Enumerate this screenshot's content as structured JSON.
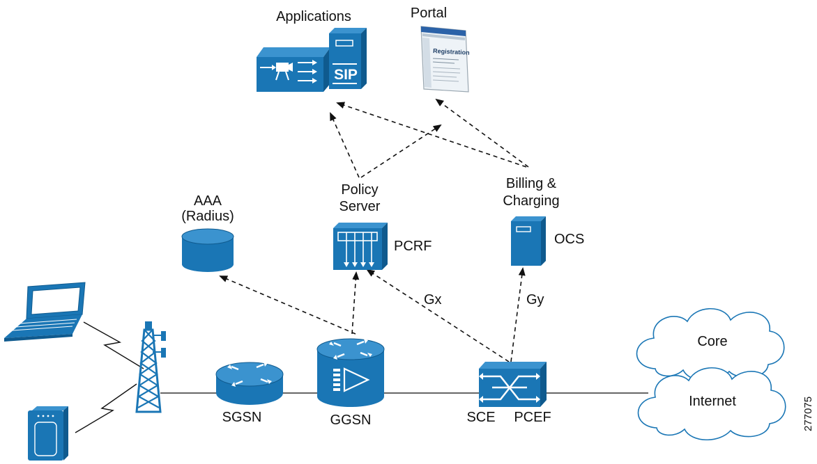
{
  "colors": {
    "device_blue": "#1a76b5",
    "device_dark": "#0f5a8e",
    "device_light": "#3b93cf",
    "cloud_fill": "#ffffff",
    "line": "#333333"
  },
  "labels": {
    "applications": "Applications",
    "portal": "Portal",
    "portal_screen": "Registration",
    "sip": "SIP",
    "aaa_line1": "AAA",
    "aaa_line2": "(Radius)",
    "policy_line1": "Policy",
    "policy_line2": "Server",
    "pcrf": "PCRF",
    "billing_line1": "Billing &",
    "billing_line2": "Charging",
    "ocs": "OCS",
    "gx": "Gx",
    "gy": "Gy",
    "core": "Core",
    "internet": "Internet",
    "sgsn": "SGSN",
    "ggsn": "GGSN",
    "sce": "SCE",
    "pcef": "PCEF",
    "figure_id": "277075"
  },
  "icons": {
    "video_server": "video-server-icon",
    "sip_server": "sip-server-icon",
    "portal": "portal-screen-icon",
    "database": "database-icon",
    "pcrf": "pcrf-icon",
    "ocs": "ocs-server-icon",
    "laptop": "laptop-icon",
    "handset": "handset-icon",
    "tower": "cell-tower-icon",
    "router": "router-icon",
    "ggsn": "ggsn-router-icon",
    "sce": "sce-switch-icon",
    "cloud": "cloud-icon"
  }
}
